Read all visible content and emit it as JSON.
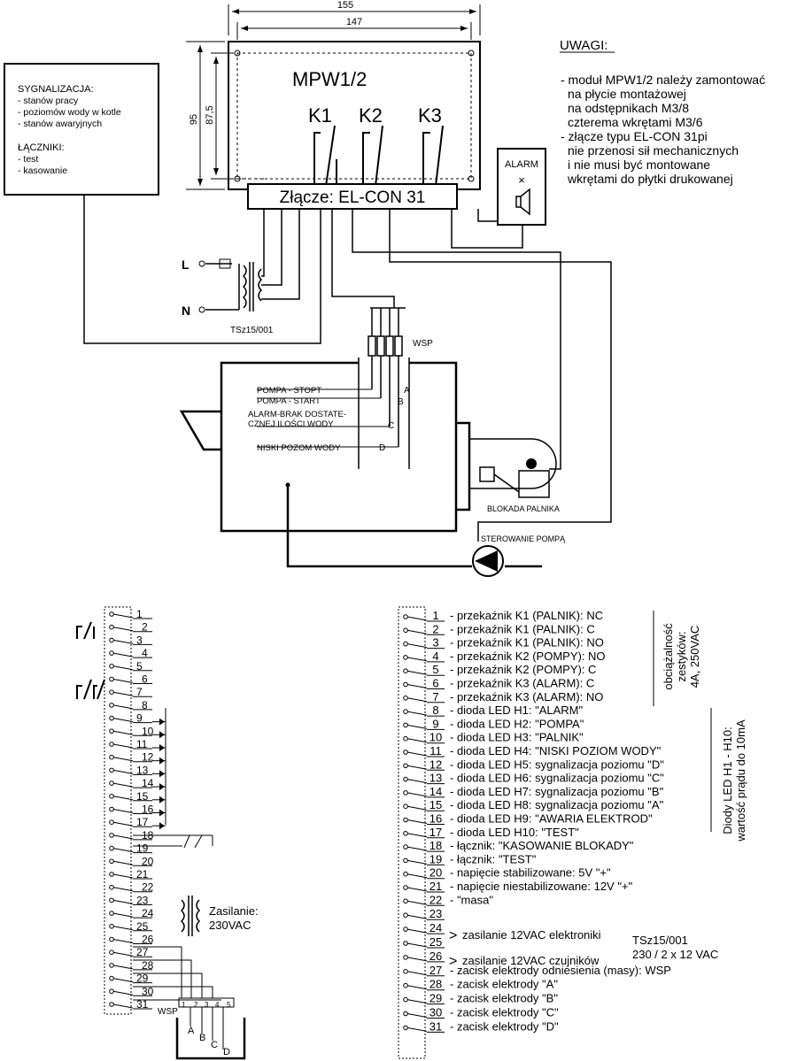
{
  "title": "MPW1/2",
  "dims": {
    "w155": "155",
    "w147": "147",
    "h95": "95",
    "h875": "87,5"
  },
  "relays": [
    "K1",
    "K2",
    "K3"
  ],
  "connector": "Złącze: EL-CON 31",
  "alarm": {
    "label": "ALARM",
    "x": "×"
  },
  "left_box": {
    "lines": [
      "SYGNALIZACJA:",
      " - stanów pracy",
      " - poziomów wody w kotle",
      " - stanów awaryjnych",
      "",
      "ŁĄCZNIKI:",
      " - test",
      " - kasowanie"
    ]
  },
  "notes": {
    "heading": "UWAGI:",
    "lines": [
      "- moduł MPW1/2 należy zamontować",
      "  na płycie montażowej",
      "  na odstępnikach M3/8",
      "  czterema wkrętami M3/6",
      "- złącze typu EL-CON 31pi",
      "  nie przenosi sił mechanicznych",
      "  i nie musi być montowane",
      "  wkrętami do płytki drukowanej"
    ]
  },
  "mains": {
    "L": "L",
    "N": "N",
    "transformer": "TSz15/001"
  },
  "wsp": "WSP",
  "boiler_labels": [
    {
      "text": "POMPA - STOPT",
      "letter": "A"
    },
    {
      "text": "POMPA - START",
      "letter": "B"
    },
    {
      "text": "ALARM-BRAK DOSTATE-",
      "letter": ""
    },
    {
      "text": "CZNEJ ILOŚCI WODY",
      "letter": "C"
    },
    {
      "text": "NISKI POZOM WODY",
      "letter": "D"
    }
  ],
  "burner": "BLOKADA PALNIKA",
  "pump": "STEROWANIE POMPĄ",
  "bottom_left": {
    "pins": [
      "1",
      "2",
      "3",
      "4",
      "5",
      "6",
      "7",
      "8",
      "9",
      "10",
      "11",
      "12",
      "13",
      "14",
      "15",
      "16",
      "17",
      "18",
      "19",
      "20",
      "21",
      "22",
      "23",
      "24",
      "25",
      "26",
      "27",
      "28",
      "29",
      "30",
      "31"
    ],
    "supply": [
      "Zasilanie:",
      "230VAC"
    ],
    "wsp": "WSP",
    "probe_nums": [
      "1",
      "2",
      "3",
      "4",
      "5"
    ],
    "probe_letters": [
      "A",
      "B",
      "C",
      "D"
    ]
  },
  "pin_list": [
    {
      "n": "1",
      "t": "- przekaźnik K1 (PALNIK): NC"
    },
    {
      "n": "2",
      "t": "- przekaźnik K1 (PALNIK): C"
    },
    {
      "n": "3",
      "t": "- przekaźnik K1 (PALNIK): NO"
    },
    {
      "n": "4",
      "t": "- przekaźnik K2 (POMPY): NO"
    },
    {
      "n": "5",
      "t": "- przekaźnik K2 (POMPY): C"
    },
    {
      "n": "6",
      "t": "- przekaźnik K3 (ALARM): C"
    },
    {
      "n": "7",
      "t": "- przekaźnik K3 (ALARM): NO"
    },
    {
      "n": "8",
      "t": "- dioda LED H1: \"ALARM\""
    },
    {
      "n": "9",
      "t": "- dioda LED H2: \"POMPA\""
    },
    {
      "n": "10",
      "t": "- dioda LED H3: \"PALNIK\""
    },
    {
      "n": "11",
      "t": "- dioda LED H4: \"NISKI POZIOM WODY\""
    },
    {
      "n": "12",
      "t": "- dioda LED H5: sygnalizacja poziomu \"D\""
    },
    {
      "n": "13",
      "t": "- dioda LED H6: sygnalizacja poziomu \"C\""
    },
    {
      "n": "14",
      "t": "- dioda LED H7: sygnalizacja poziomu \"B\""
    },
    {
      "n": "15",
      "t": "- dioda LED H8: sygnalizacja poziomu \"A\""
    },
    {
      "n": "16",
      "t": "- dioda LED H9: \"AWARIA ELEKTROD\""
    },
    {
      "n": "17",
      "t": "- dioda LED H10: \"TEST\""
    },
    {
      "n": "18",
      "t": "- łącznik: \"KASOWANIE BLOKADY\""
    },
    {
      "n": "19",
      "t": "- łącznik: \"TEST\""
    },
    {
      "n": "20",
      "t": "- napięcie stabilizowane: 5V  \"+\""
    },
    {
      "n": "21",
      "t": "- napięcie niestabilizowane: 12V  \"+\""
    },
    {
      "n": "22",
      "t": "- \"masa\""
    },
    {
      "n": "23",
      "t": ""
    },
    {
      "n": "24",
      "t": ""
    },
    {
      "n": "25",
      "t": ""
    },
    {
      "n": "26",
      "t": ""
    },
    {
      "n": "27",
      "t": "- zacisk elektrody odniesienia (masy): WSP"
    },
    {
      "n": "28",
      "t": "- zacisk elektrody \"A\""
    },
    {
      "n": "29",
      "t": "- zacisk elektrody \"B\""
    },
    {
      "n": "30",
      "t": "- zacisk elektrody \"C\""
    },
    {
      "n": "31",
      "t": "- zacisk elektrody \"D\""
    }
  ],
  "supply_groups": [
    {
      "t": "zasilanie 12VAC elektroniki"
    },
    {
      "t": "zasilanie 12VAC czujników"
    }
  ],
  "tsz_note": [
    "TSz15/001",
    "230 / 2 x 12 VAC"
  ],
  "relay_load": [
    "obciążalność",
    "zestyków:",
    "4A, 250VAC"
  ],
  "led_note": [
    "Diody LED H1 - H10:",
    "wartość prądu do 10mA"
  ]
}
